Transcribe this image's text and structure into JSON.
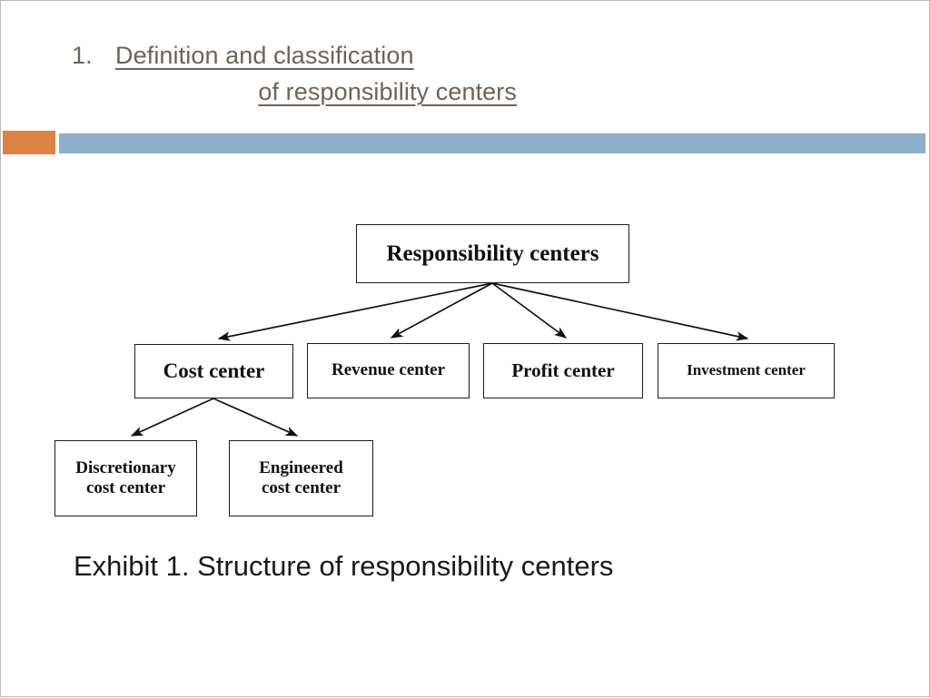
{
  "slide": {
    "title": {
      "number": "1.",
      "line1": "Definition and classification",
      "line2": "of responsibility centers"
    },
    "caption": "Exhibit 1. Structure of responsibility centers"
  },
  "theme": {
    "accent_orange": "#dd8144",
    "accent_blue": "#8fafcd",
    "title_color": "#6e625a",
    "box_border": "#1c1c1c",
    "background": "#ffffff"
  },
  "diagram": {
    "type": "hierarchy-tree",
    "nodes": [
      {
        "id": "root",
        "label": "Responsibility centers",
        "level": 0
      },
      {
        "id": "cost",
        "label": "Cost center",
        "level": 1
      },
      {
        "id": "revenue",
        "label": "Revenue center",
        "level": 1
      },
      {
        "id": "profit",
        "label": "Profit center",
        "level": 1
      },
      {
        "id": "investment",
        "label": "Investment center",
        "level": 1
      },
      {
        "id": "discretionary",
        "label": "Discretionary\ncost center",
        "level": 2
      },
      {
        "id": "engineered",
        "label": "Engineered\ncost center",
        "level": 2
      }
    ],
    "edges": [
      {
        "from": "root",
        "to": "cost"
      },
      {
        "from": "root",
        "to": "revenue"
      },
      {
        "from": "root",
        "to": "profit"
      },
      {
        "from": "root",
        "to": "investment"
      },
      {
        "from": "cost",
        "to": "discretionary"
      },
      {
        "from": "cost",
        "to": "engineered"
      }
    ]
  }
}
